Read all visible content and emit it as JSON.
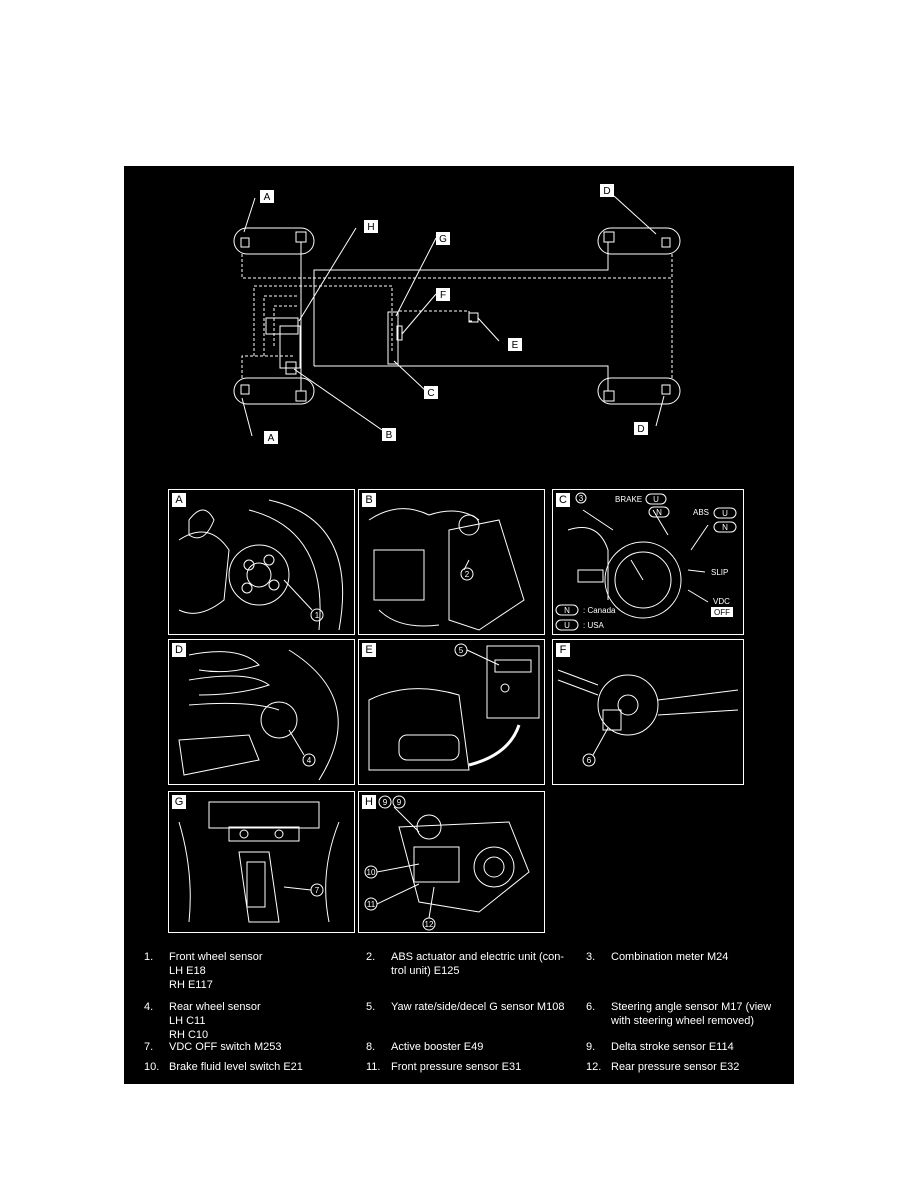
{
  "diagram": {
    "location_labels": [
      "A",
      "A",
      "B",
      "C",
      "D",
      "D",
      "E",
      "F",
      "G",
      "H"
    ],
    "photo_tags": [
      "A",
      "B",
      "C",
      "D",
      "E",
      "F",
      "G",
      "H"
    ],
    "callouts": [
      "1",
      "2",
      "3",
      "4",
      "5",
      "6",
      "7",
      "9",
      "9",
      "10",
      "11",
      "12"
    ],
    "meter": {
      "brake_label": "BRAKE",
      "abs_label": "ABS",
      "slip_label": "SLIP",
      "vdc_label": "VDC",
      "off_label": "OFF",
      "u_badge": "U",
      "n_badge": "N",
      "canada_label": ": Canada",
      "usa_label": ": USA"
    }
  },
  "legend": [
    {
      "num": "1.",
      "text": "Front wheel sensor\nLH E18\nRH E117"
    },
    {
      "num": "2.",
      "text": "ABS actuator and electric unit (con-\ntrol unit) E125"
    },
    {
      "num": "3.",
      "text": "Combination meter M24"
    },
    {
      "num": "4.",
      "text": "Rear wheel sensor\nLH C11\nRH C10"
    },
    {
      "num": "5.",
      "text": "Yaw rate/side/decel G sensor M108"
    },
    {
      "num": "6.",
      "text": "Steering angle sensor M17 (view\nwith steering wheel removed)"
    },
    {
      "num": "7.",
      "text": "VDC OFF switch M253"
    },
    {
      "num": "8.",
      "text": "Active booster E49"
    },
    {
      "num": "9.",
      "text": "Delta stroke sensor E114"
    },
    {
      "num": "10.",
      "text": "Brake fluid level switch E21"
    },
    {
      "num": "11.",
      "text": "Front pressure sensor E31"
    },
    {
      "num": "12.",
      "text": "Rear pressure sensor E32"
    }
  ],
  "colors": {
    "background": "#000000",
    "foreground": "#ffffff"
  }
}
